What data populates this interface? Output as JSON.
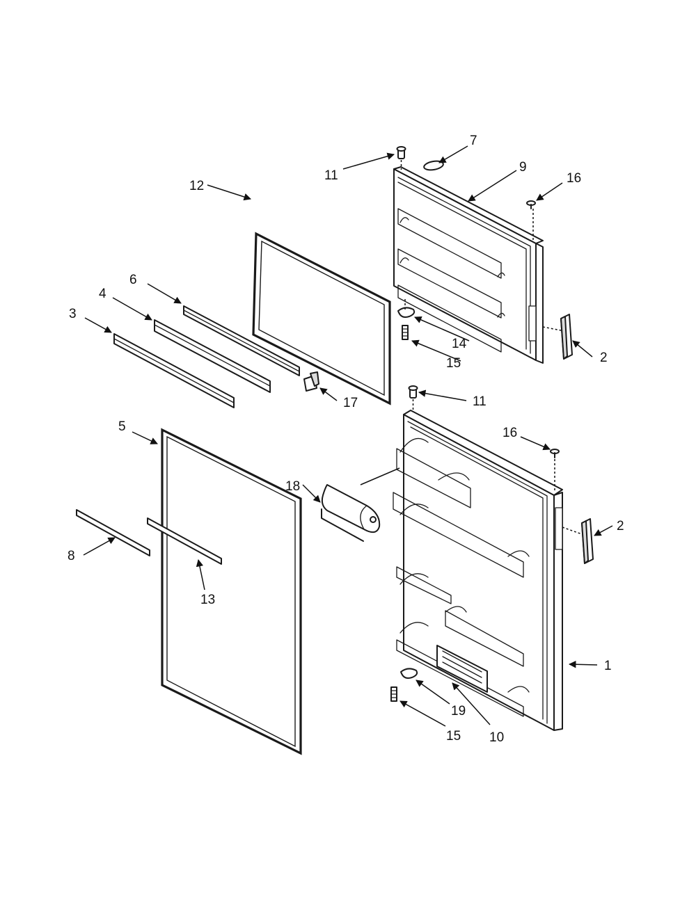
{
  "callouts": [
    {
      "id": "c1",
      "text": "1"
    },
    {
      "id": "c2a",
      "text": "2"
    },
    {
      "id": "c2b",
      "text": "2"
    },
    {
      "id": "c3",
      "text": "3"
    },
    {
      "id": "c4",
      "text": "4"
    },
    {
      "id": "c5",
      "text": "5"
    },
    {
      "id": "c6",
      "text": "6"
    },
    {
      "id": "c7",
      "text": "7"
    },
    {
      "id": "c8",
      "text": "8"
    },
    {
      "id": "c9",
      "text": "9"
    },
    {
      "id": "c10",
      "text": "10"
    },
    {
      "id": "c11a",
      "text": "11"
    },
    {
      "id": "c11b",
      "text": "11"
    },
    {
      "id": "c12",
      "text": "12"
    },
    {
      "id": "c13",
      "text": "13"
    },
    {
      "id": "c14",
      "text": "14"
    },
    {
      "id": "c15a",
      "text": "15"
    },
    {
      "id": "c15b",
      "text": "15"
    },
    {
      "id": "c16a",
      "text": "16"
    },
    {
      "id": "c16b",
      "text": "16"
    },
    {
      "id": "c17",
      "text": "17"
    },
    {
      "id": "c18",
      "text": "18"
    },
    {
      "id": "c19",
      "text": "19"
    }
  ]
}
